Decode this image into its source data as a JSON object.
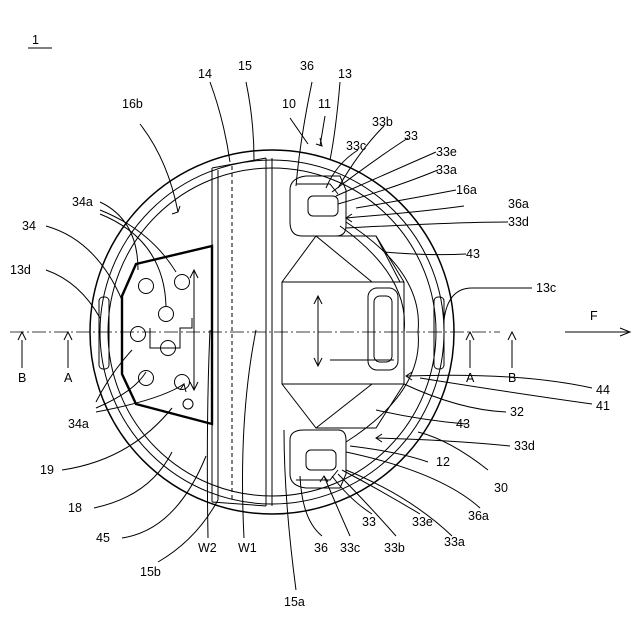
{
  "figure": {
    "title": "1",
    "labels": {
      "n14": "14",
      "n15": "15",
      "n36_top": "36",
      "n13": "13",
      "n10": "10",
      "n11": "11",
      "n16b": "16b",
      "n33b_top": "33b",
      "n33_top": "33",
      "n33c_top": "33c",
      "n33e_top": "33e",
      "n33a_top": "33a",
      "n16a": "16a",
      "n36a_top": "36a",
      "n33d_top": "33d",
      "n34a_top": "34a",
      "n34": "34",
      "n13d": "13d",
      "n43_top": "43",
      "n13c": "13c",
      "F": "F",
      "A_left": "A",
      "B_left": "B",
      "A_right": "A",
      "B_right": "B",
      "n34a_bot": "34a",
      "n44": "44",
      "n41": "41",
      "n32": "32",
      "n43_bot": "43",
      "n33d_bot": "33d",
      "n12": "12",
      "n30": "30",
      "n19": "19",
      "n18": "18",
      "n45": "45",
      "n15b": "15b",
      "W2": "W2",
      "W1": "W1",
      "n36_bot": "36",
      "n33c_bot": "33c",
      "n33_bot": "33",
      "n33b_bot": "33b",
      "n33e_bot": "33e",
      "n36a_bot": "36a",
      "n33a_bot": "33a",
      "n15a": "15a"
    }
  }
}
